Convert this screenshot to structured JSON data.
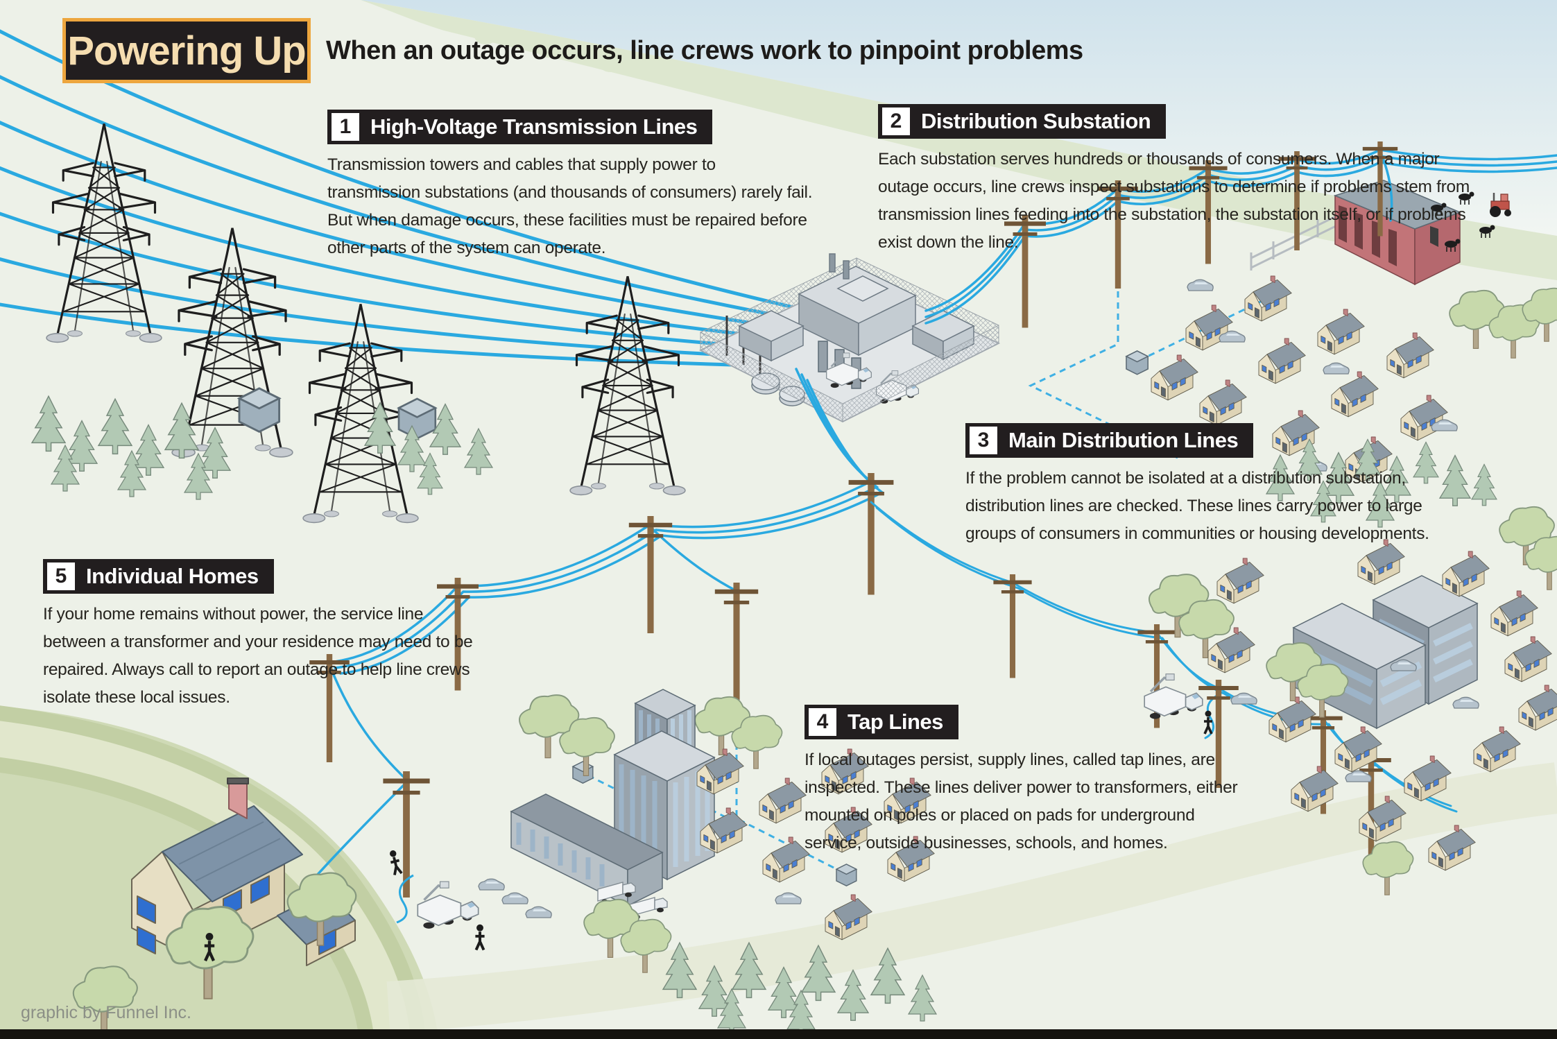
{
  "header": {
    "title": "Powering Up",
    "subtitle": "When an outage occurs, line crews work to pinpoint problems"
  },
  "sections": [
    {
      "number": "1",
      "title": "High-Voltage Transmission Lines",
      "body": "Transmission towers and cables that supply power to transmission substations (and thousands of consumers) rarely fail. But when damage occurs, these facilities must be repaired before other parts of the system can operate."
    },
    {
      "number": "2",
      "title": "Distribution Substation",
      "body": "Each substation serves hundreds or thousands of consumers. When a major outage occurs, line crews inspect substations to determine if problems stem from transmission lines feeding into the substation, the substation itself, or if problems exist down the line."
    },
    {
      "number": "3",
      "title": "Main Distribution Lines",
      "body": "If the problem cannot be isolated at a distribution substation, distribution lines are checked. These lines carry power to large groups of consumers in communities or housing developments."
    },
    {
      "number": "4",
      "title": "Tap Lines",
      "body": "If local outages persist, supply lines, called tap lines, are inspected. These lines deliver power to transformers, either mounted on poles or placed on pads for underground service, outside businesses, schools, and homes."
    },
    {
      "number": "5",
      "title": "Individual Homes",
      "body": "If your home remains without power, the service line between a transformer and your residence may need to be repaired. Always call to report an outage to help line crews isolate these local issues."
    }
  ],
  "footer": {
    "credit": "graphic by Funnel Inc."
  },
  "colors": {
    "line_blue": "#2aa9e0",
    "panel_black": "#221e1f",
    "title_gold": "#f5ddb0",
    "title_border": "#eda63e",
    "background_green": "#edf1e8",
    "credit_gray": "#8b8f86"
  }
}
